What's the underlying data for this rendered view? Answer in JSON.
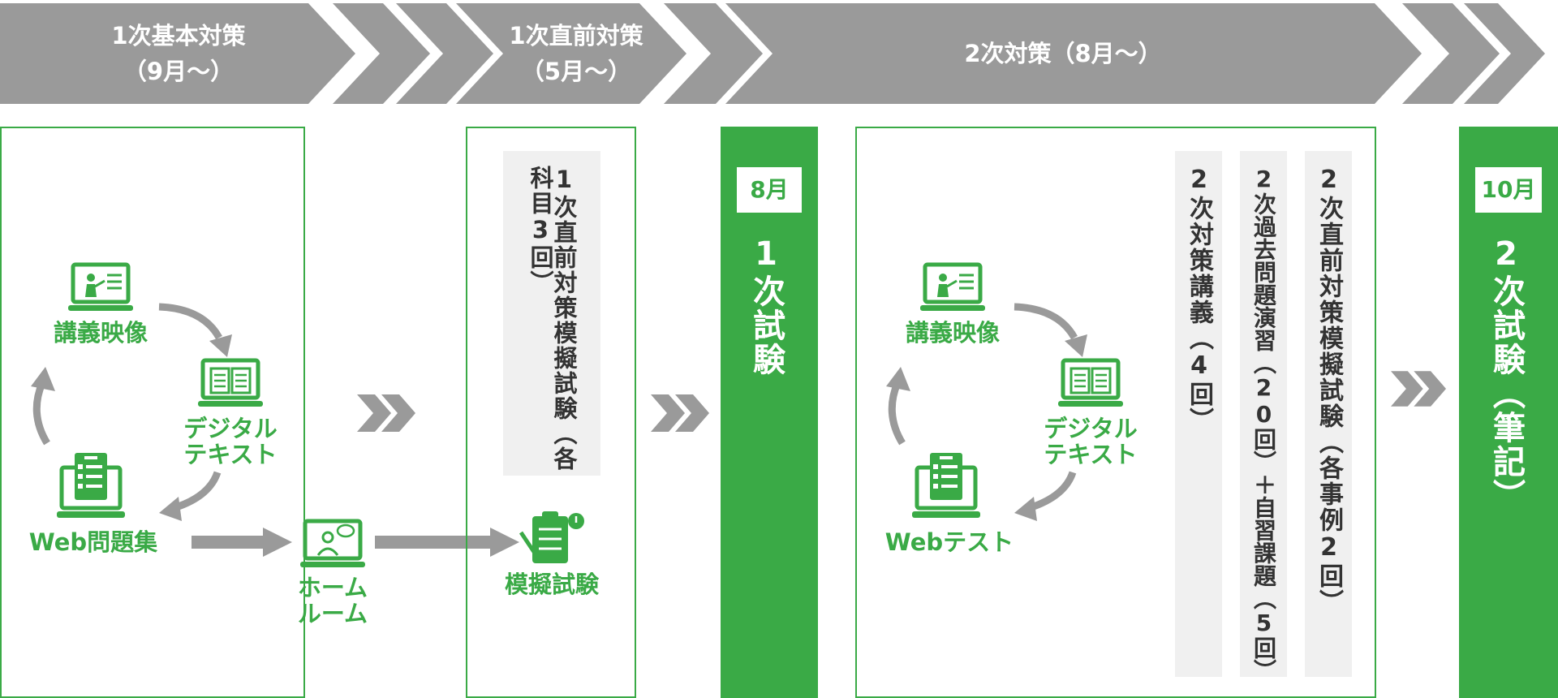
{
  "phases": [
    {
      "title": "1次基本対策",
      "period": "（9月～）"
    },
    {
      "title": "1次直前対策",
      "period": "（5月～）"
    },
    {
      "title": "2次対策（8月～）"
    }
  ],
  "basic": {
    "lecture_video": "講義映像",
    "digital_text_1": "デジタル",
    "digital_text_2": "テキスト",
    "web_problems": "Web問題集"
  },
  "homeroom": {
    "line1": "ホーム",
    "line2": "ルーム"
  },
  "pre_exam": {
    "panel_text": "1次直前対策模擬試験（各科目3回）",
    "mock_exam_label": "模擬試験"
  },
  "exam1": {
    "month": "8月",
    "label": "1次試験"
  },
  "second": {
    "lecture_video": "講義映像",
    "digital_text_1": "デジタル",
    "digital_text_2": "テキスト",
    "web_test": "Webテスト",
    "panels": [
      "2次対策講義（4回）",
      "2次過去問題演習（20回）＋自習課題（5回）",
      "2次直前対策模擬試験（各事例2回）"
    ]
  },
  "exam2": {
    "month": "10月",
    "label": "2次試験（筆記）"
  },
  "colors": {
    "green": "#3aaa46",
    "gray": "#9a9a9a",
    "panel": "#f0f0f0"
  }
}
